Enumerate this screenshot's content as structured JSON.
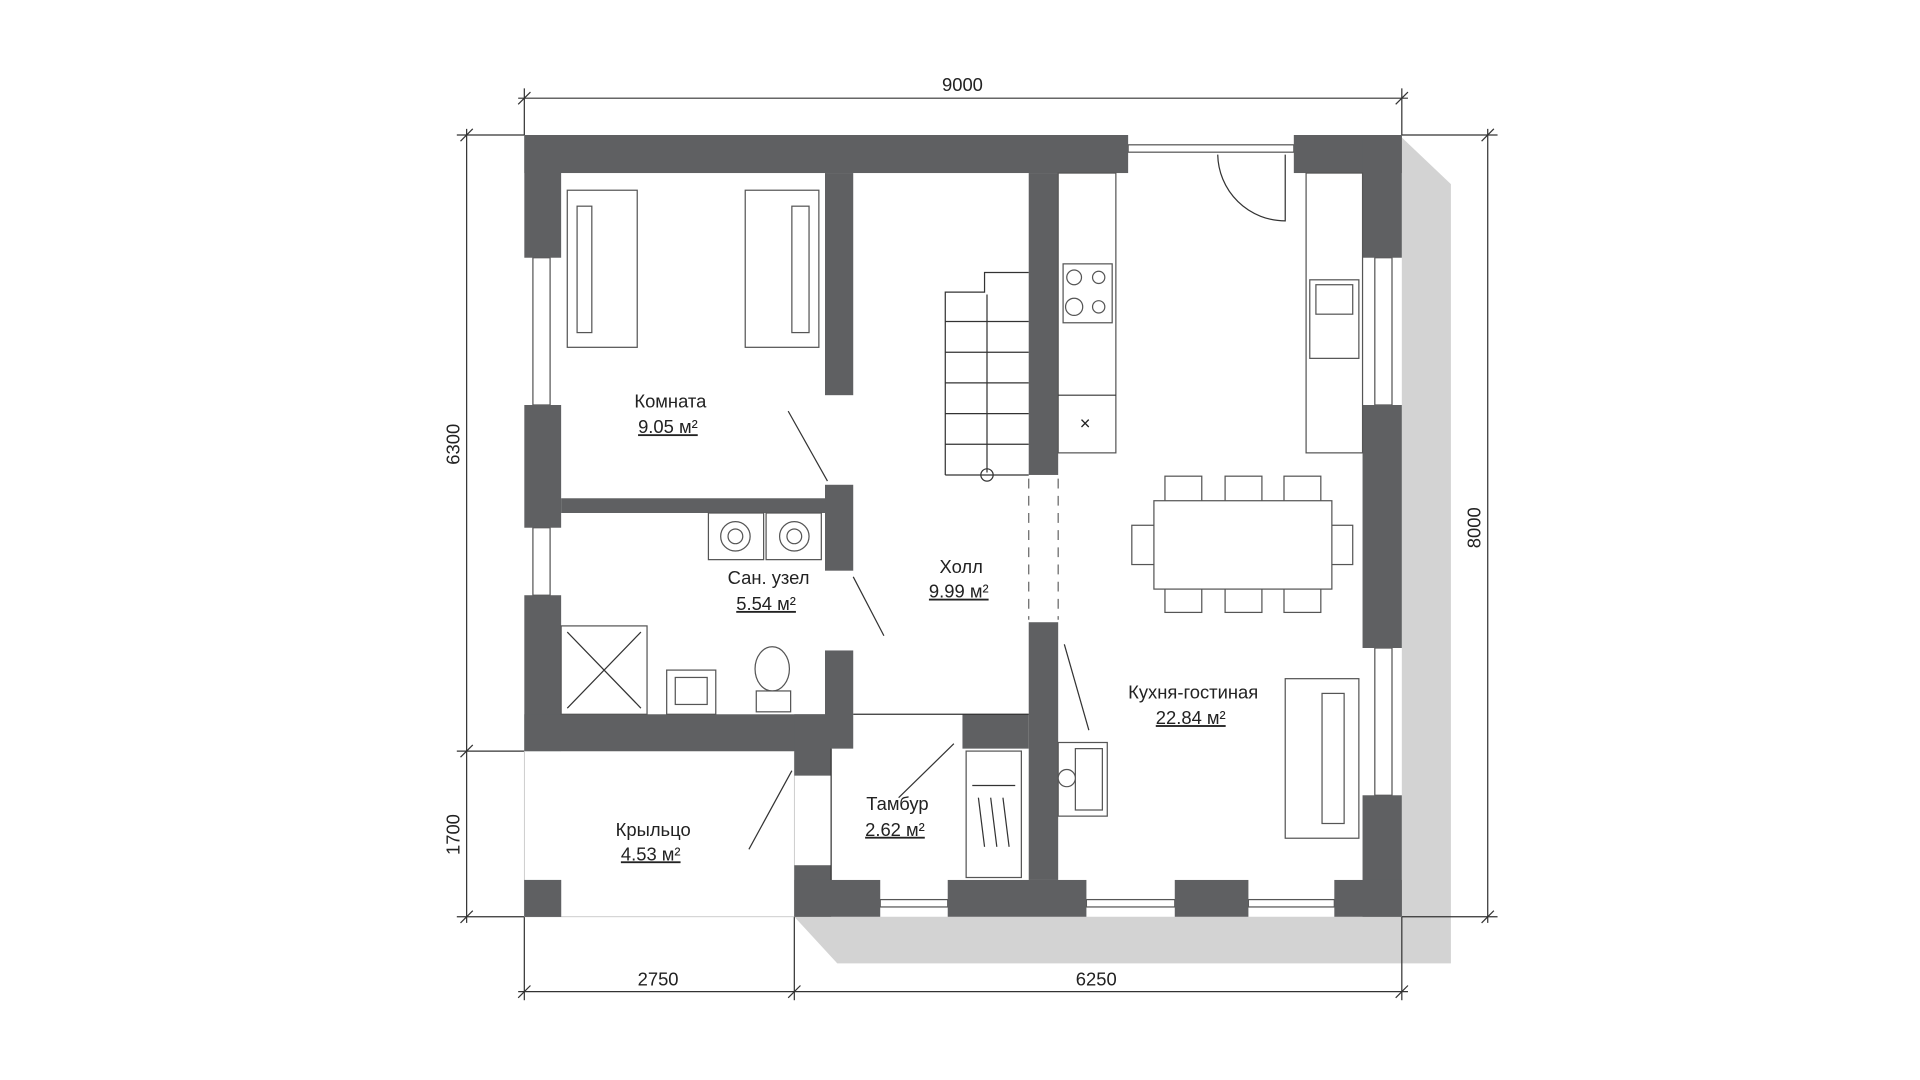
{
  "dimensions": {
    "top": "9000",
    "left_upper": "6300",
    "left_lower": "1700",
    "right": "8000",
    "bottom_left": "2750",
    "bottom_right": "6250"
  },
  "rooms": [
    {
      "name": "Комната",
      "area": "9.05 м²"
    },
    {
      "name": "Сан. узел",
      "area": "5.54 м²"
    },
    {
      "name": "Холл",
      "area": "9.99 м²"
    },
    {
      "name": "Кухня-гостиная",
      "area": "22.84 м²"
    },
    {
      "name": "Тамбур",
      "area": "2.62 м²"
    },
    {
      "name": "Крыльцо",
      "area": "4.53 м²"
    }
  ],
  "colors": {
    "wall": "#5f6062",
    "shadow": "#d3d3d3"
  }
}
